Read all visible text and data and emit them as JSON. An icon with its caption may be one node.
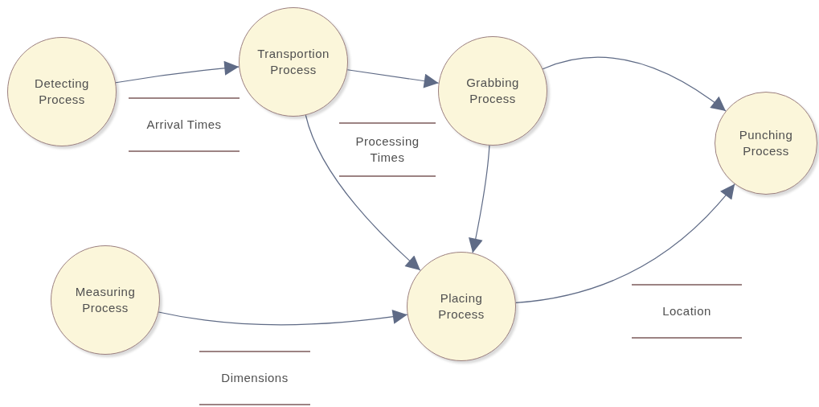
{
  "diagram": {
    "nodes": [
      {
        "text": [
          "Detecting Process"
        ]
      },
      {
        "text": [
          "Transportion Process"
        ]
      },
      {
        "text": [
          "Grabbing Process"
        ]
      },
      {
        "text": [
          "Punching Process"
        ]
      },
      {
        "text": [
          "Measuring Process"
        ]
      },
      {
        "text": [
          "Placing Process"
        ]
      },
      {
        "text": [
          "Arrival Times"
        ]
      },
      {
        "text": [
          "Processing Times"
        ]
      },
      {
        "text": [
          "Dimensions"
        ]
      },
      {
        "text": [
          "Location"
        ]
      }
    ],
    "edges": [
      {
        "from": 0,
        "to": 1,
        "arrow": "to"
      },
      {
        "from": 1,
        "to": 2,
        "arrow": "to"
      },
      {
        "from": 2,
        "to": 3,
        "arrow": "to"
      },
      {
        "from": 1,
        "to": 5,
        "arrow": "to"
      },
      {
        "from": 2,
        "to": 5,
        "arrow": "to"
      },
      {
        "from": 4,
        "to": 5,
        "arrow": "to"
      },
      {
        "from": 5,
        "to": 3,
        "arrow": "to"
      }
    ]
  }
}
